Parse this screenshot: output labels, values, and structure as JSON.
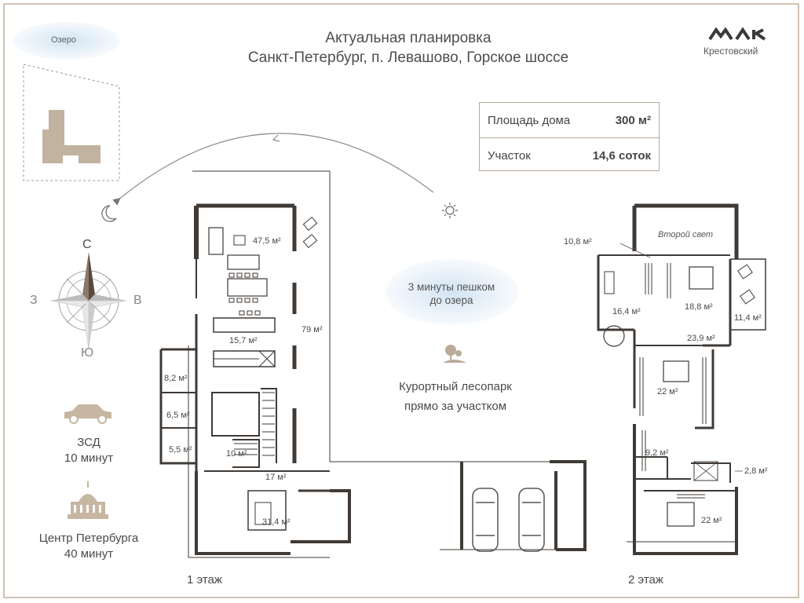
{
  "header": {
    "title_line1": "Актуальная планировка",
    "title_line2": "Санкт-Петербург, п. Левашово, Горское шоссе"
  },
  "brand": {
    "name": "Крестовский"
  },
  "info": {
    "house_area_label": "Площадь дома",
    "house_area_value": "300 м²",
    "plot_label": "Участок",
    "plot_value": "14,6 соток"
  },
  "site_plan": {
    "lake_label": "Озеро"
  },
  "compass": {
    "n": "С",
    "s": "Ю",
    "w": "З",
    "e": "В"
  },
  "lake_note": {
    "line1": "3 минуты пешком",
    "line2": "до озера"
  },
  "forest_note": {
    "line1": "Курортный лесопарк",
    "line2": "прямо за участком"
  },
  "travel": {
    "zsd_label": "ЗСД",
    "zsd_time": "10 минут",
    "center_label": "Центр Петербурга",
    "center_time": "40 минут"
  },
  "floor1": {
    "label": "1 этаж",
    "rooms": [
      "47,5 м²",
      "15,7 м²",
      "79 м²",
      "8,2 м²",
      "6,5 м²",
      "5,5 м²",
      "10 м²",
      "17 м²",
      "31,4 м²"
    ]
  },
  "floor2": {
    "label": "2 этаж",
    "second_light": "Второй свет",
    "rooms": [
      "10,8 м²",
      "16,4 м²",
      "18,8 м²",
      "11,4 м²",
      "23,9 м²",
      "22 м²",
      "9,2 м²",
      "2,8 м²",
      "22 м²"
    ]
  },
  "colors": {
    "wall": "#3f3a36",
    "accent": "#b9ab97",
    "lake": "#cfe2f2",
    "building": "#c2b2a0"
  }
}
